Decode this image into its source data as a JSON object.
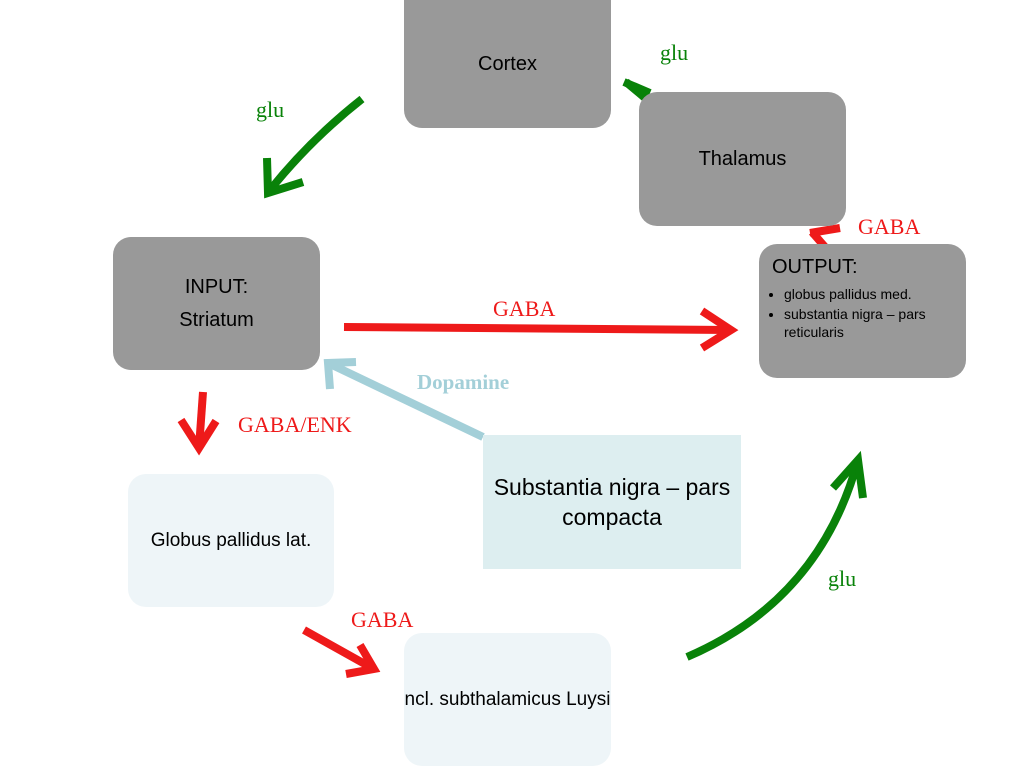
{
  "nodes": {
    "cortex": "Cortex",
    "thalamus": "Thalamus",
    "striatum_line1": "INPUT:",
    "striatum_line2": "Striatum",
    "output_title": "OUTPUT:",
    "output_items": [
      "globus pallidus med.",
      "substantia nigra – pars reticularis"
    ],
    "globus_pallidus": "Globus pallidus lat.",
    "subthalamicus": "ncl. subthalamicus Luysi",
    "substantia_nigra_compacta": "Substantia nigra – pars compacta"
  },
  "labels": {
    "glu_cortex_striatum": "glu",
    "glu_thalamus_cortex": "glu",
    "gaba_output_thalamus": "GABA",
    "gaba_striatum_output": "GABA",
    "dopamine": "Dopamine",
    "gaba_enk": "GABA/ENK",
    "gaba_gp_stn": "GABA",
    "glu_stn_output": "glu"
  },
  "colors": {
    "glutamate": "#098209",
    "gaba": "#ee1a1a",
    "dopamine": "#a3cfd8",
    "input_output_box": "#999999",
    "indirect_box": "#eef5f8",
    "snc_box": "#ddeef0"
  }
}
